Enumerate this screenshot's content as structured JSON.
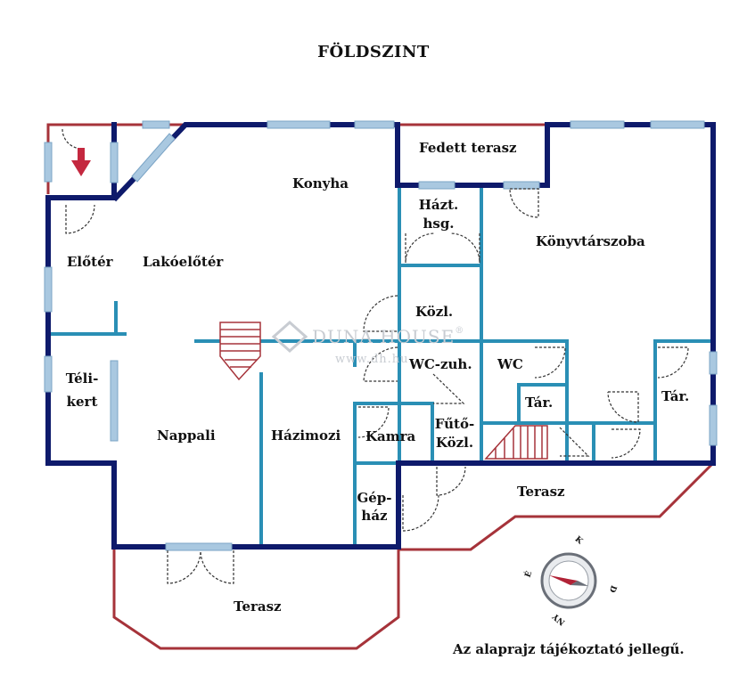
{
  "title": "FÖLDSZINT",
  "rooms": {
    "fedett_terasz": "Fedett terasz",
    "konyha": "Konyha",
    "hazt_hsg_line1": "Házt.",
    "hazt_hsg_line2": "hsg.",
    "konyvtarszoba": "Könyvtárszoba",
    "eloter": "Előtér",
    "lakoeloter": "Lakóelőtér",
    "kozl": "Közl.",
    "wc_zuh": "WC-zuh.",
    "wc": "WC",
    "teli_kert_line1": "Téli-",
    "teli_kert_line2": "kert",
    "tar_small": "Tár.",
    "tar_right": "Tár.",
    "nappali": "Nappali",
    "hazimozi": "Házimozi",
    "kamra": "Kamra",
    "futo_line1": "Fűtő-",
    "futo_line2": "Közl.",
    "gephaz_line1": "Gép-",
    "gephaz_line2": "ház",
    "terasz_right": "Terasz",
    "terasz_bottom": "Terasz"
  },
  "watermark": {
    "brand": "DUNA HOUSE",
    "registered": "®",
    "url": "www.dh.hu"
  },
  "compass": {
    "north": "K",
    "east": "D",
    "south": "NY",
    "west": "É"
  },
  "note": "Az alaprajz tájékoztató jellegű.",
  "colors": {
    "outer_wall": "#0e1a6b",
    "inner_wall": "#2a8fb5",
    "terrace_outline": "#a6333a",
    "window": "#a9c8e0",
    "entry_arrow": "#c4283f"
  }
}
